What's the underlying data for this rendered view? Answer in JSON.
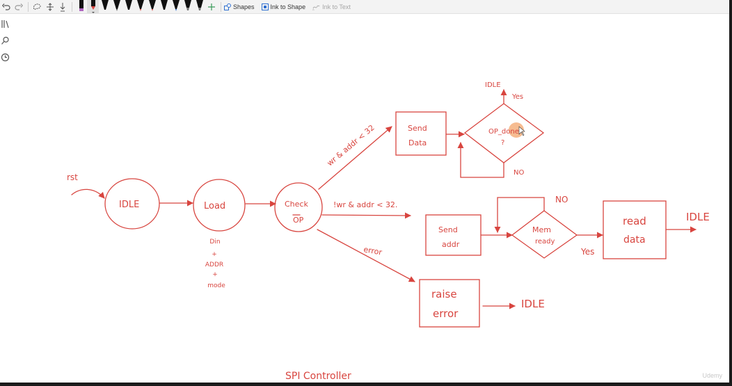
{
  "toolbar": {
    "undo_icon": "undo-icon",
    "redo_icon": "redo-icon",
    "shapes_label": "Shapes",
    "ink_to_shape_label": "Ink to Shape",
    "ink_to_text_label": "Ink to Text",
    "accent": "#d8453f"
  },
  "diagram": {
    "rst": "rst",
    "idle_state": "IDLE",
    "load_state": "Load",
    "load_note": [
      "Din",
      "+",
      "ADDR",
      "+",
      "mode"
    ],
    "check_state_line1": "Check",
    "check_state_line2": "OP",
    "wr_cond": "wr & addr < 32",
    "notwr_cond": "!wr & addr < 32.",
    "error_cond": "error",
    "send_data_line1": "Send",
    "send_data_line2": "Data",
    "op_done_line1": "OP_done",
    "op_done_line2": "?",
    "idle_top": "IDLE",
    "yes_top": "Yes",
    "no_top": "NO",
    "send_addr_line1": "Send",
    "send_addr_line2": "addr",
    "mem_ready_line1": "Mem",
    "mem_ready_line2": "ready",
    "no_mid": "NO",
    "yes_mid": "Yes",
    "read_data_line1": "read",
    "read_data_line2": "data",
    "idle_right": "IDLE",
    "raise_error_line1": "raise",
    "raise_error_line2": "error",
    "idle_bottom": "IDLE",
    "caption": "SPI Controller"
  },
  "watermark": "Udemy"
}
